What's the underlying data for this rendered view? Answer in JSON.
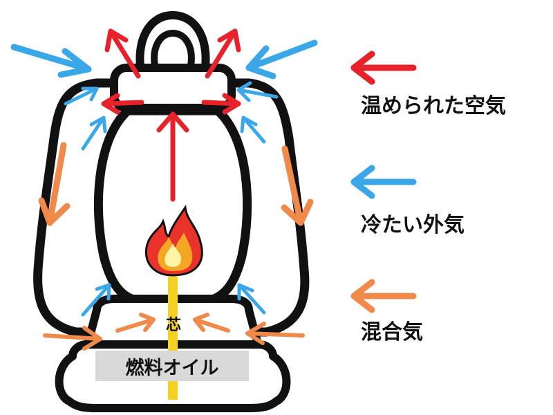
{
  "legend": {
    "warm_air": {
      "label": "温められた空気",
      "color": "#e8222a"
    },
    "cold_air": {
      "label": "冷たい外気",
      "color": "#3aa8e8"
    },
    "mixed_air": {
      "label": "混合気",
      "color": "#f08a4b"
    }
  },
  "lamp": {
    "wick_label": "芯",
    "fuel_label": "燃料オイル",
    "wick_color": "#f5d21f",
    "outline_color": "#111111"
  }
}
